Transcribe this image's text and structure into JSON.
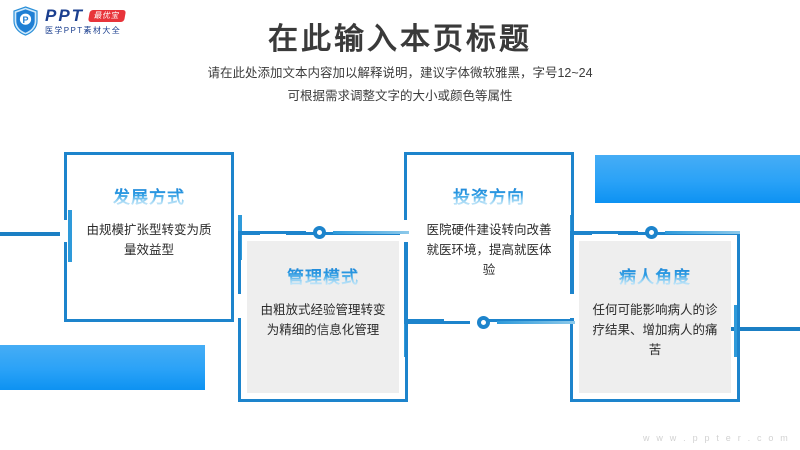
{
  "brand": {
    "name": "PPT",
    "badge": "最优宝",
    "tagline": "医学PPT素材大全",
    "shield_letter": "P"
  },
  "header": {
    "title": "在此输入本页标题",
    "subtitle_line1": "请在此处添加文本内容加以解释说明，建议字体微软雅黑，字号12~24",
    "subtitle_line2": "可根据需求调整文字的大小或颜色等属性"
  },
  "colors": {
    "primary_blue": "#1d84cc",
    "accent_blue": "#2aa2f7",
    "light_blue": "#46adf5",
    "title_gray": "#3a3a3a",
    "card_shade": "#eeeeee",
    "badge_red": "#e8343a",
    "watermark_gray": "#d2d2d2"
  },
  "cards": [
    {
      "id": "development-mode",
      "title": "发展方式",
      "body": "由规模扩张型转变为质量效益型",
      "shaded": false
    },
    {
      "id": "management-mode",
      "title": "管理模式",
      "body": "由粗放式经验管理转变为精细的信息化管理",
      "shaded": true
    },
    {
      "id": "investment-direction",
      "title": "投资方向",
      "body": "医院硬件建设转向改善就医环境，提高就医体验",
      "shaded": false
    },
    {
      "id": "patient-perspective",
      "title": "病人角度",
      "body": "任何可能影响病人的诊疗结果、增加病人的痛苦",
      "shaded": true
    }
  ],
  "footer": {
    "watermark": "w w w . p p t e r . c o m"
  }
}
